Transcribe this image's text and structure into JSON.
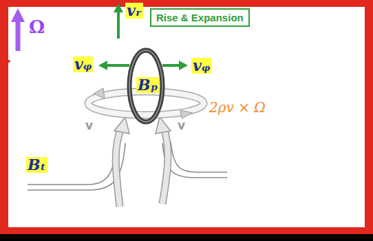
{
  "diagram": {
    "nodes": [
      {
        "text": [
          "Rise & Expansion"
        ]
      }
    ],
    "labels": [
      "vᵣ",
      "Ω",
      "vᵩ",
      "Bₚ",
      "vᵩ",
      "2ρv × Ω",
      "v",
      "v",
      "Bₜ"
    ]
  }
}
